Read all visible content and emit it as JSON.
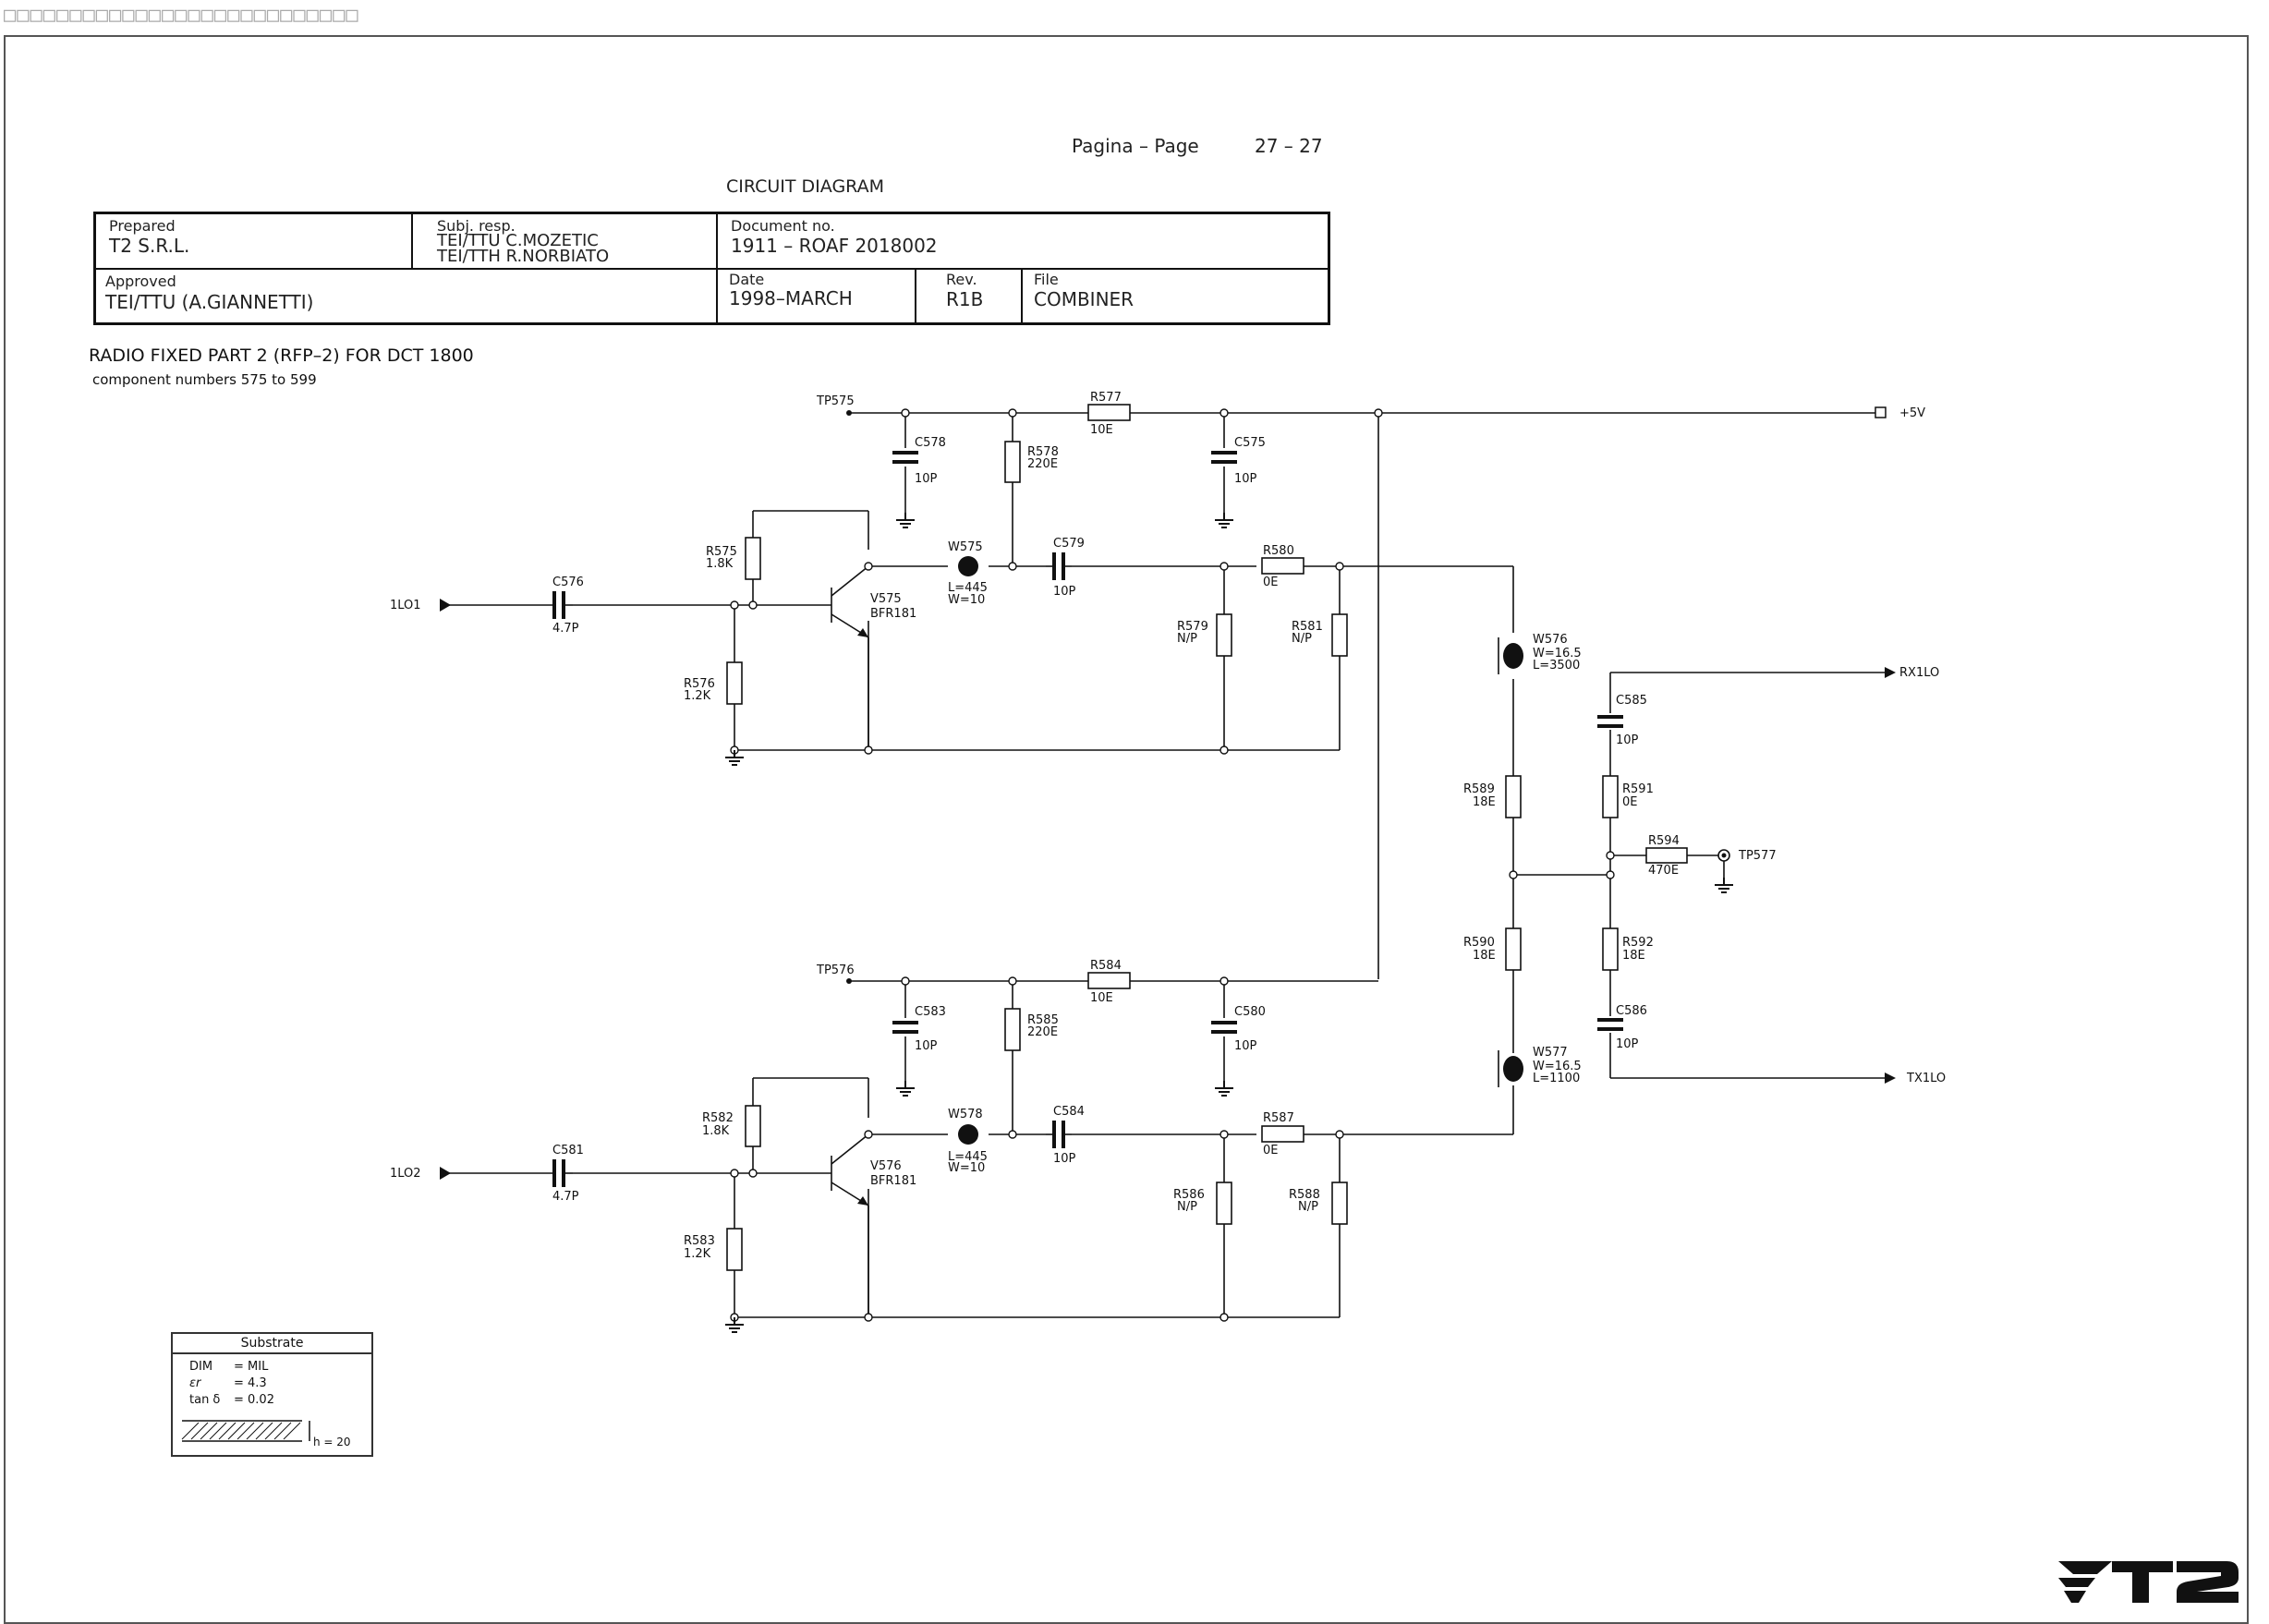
{
  "garbled_title": "□□□□□□□□□□□□□□□□□□□□□□□□□□□",
  "page": {
    "label": "Pagina  –  Page",
    "number": "27 – 27"
  },
  "doc_type": "CIRCUIT DIAGRAM",
  "header": {
    "prepared_label": "Prepared",
    "prepared_value": "T2 S.R.L.",
    "subj_label": "Subj. resp.",
    "subj_line1": "TEI/TTU  C.MOZETIC",
    "subj_line2": "TEI/TTH  R.NORBIATO",
    "docno_label": "Document no.",
    "docno_value": "1911  –  ROAF 2018002",
    "approved_label": "Approved",
    "approved_value": "TEI/TTU  (A.GIANNETTI)",
    "date_label": "Date",
    "date_value": "1998–MARCH",
    "rev_label": "Rev.",
    "rev_value": "R1B",
    "file_label": "File",
    "file_value": "COMBINER"
  },
  "subtitle": "RADIO  FIXED  PART 2  (RFP–2)  FOR  DCT  1800",
  "component_note": "component  numbers  575  to  599",
  "nets": {
    "tp575": "TP575",
    "tp576": "TP576",
    "tp577": "TP577",
    "vcc": "+5V",
    "in1": "1LO1",
    "in2": "1LO2",
    "rx": "RX1LO",
    "tx": "TX1LO"
  },
  "components": {
    "c576": {
      "ref": "C576",
      "val": "4.7P"
    },
    "c578": {
      "ref": "C578",
      "val": "10P"
    },
    "c575": {
      "ref": "C575",
      "val": "10P"
    },
    "c579": {
      "ref": "C579",
      "val": "10P"
    },
    "r577": {
      "ref": "R577",
      "val": "10E"
    },
    "r578": {
      "ref": "R578",
      "val": "220E"
    },
    "r575": {
      "ref": "R575",
      "val": "1.8K"
    },
    "r576": {
      "ref": "R576",
      "val": "1.2K"
    },
    "r579": {
      "ref": "R579",
      "val": "N/P"
    },
    "r580": {
      "ref": "R580",
      "val": "0E"
    },
    "r581": {
      "ref": "R581",
      "val": "N/P"
    },
    "v575": {
      "ref": "V575",
      "val": "BFR181"
    },
    "w575": {
      "ref": "W575",
      "val1": "L=445",
      "val2": "W=10"
    },
    "w576": {
      "ref": "W576",
      "val1": "W=16.5",
      "val2": "L=3500"
    },
    "c585": {
      "ref": "C585",
      "val": "10P"
    },
    "r589": {
      "ref": "R589",
      "val": "18E"
    },
    "r591": {
      "ref": "R591",
      "val": "0E"
    },
    "r594": {
      "ref": "R594",
      "val": "470E"
    },
    "r590": {
      "ref": "R590",
      "val": "18E"
    },
    "r592": {
      "ref": "R592",
      "val": "18E"
    },
    "c586": {
      "ref": "C586",
      "val": "10P"
    },
    "w577": {
      "ref": "W577",
      "val1": "W=16.5",
      "val2": "L=1100"
    },
    "c581": {
      "ref": "C581",
      "val": "4.7P"
    },
    "c583": {
      "ref": "C583",
      "val": "10P"
    },
    "c580": {
      "ref": "C580",
      "val": "10P"
    },
    "c584": {
      "ref": "C584",
      "val": "10P"
    },
    "r584": {
      "ref": "R584",
      "val": "10E"
    },
    "r585": {
      "ref": "R585",
      "val": "220E"
    },
    "r582": {
      "ref": "R582",
      "val": "1.8K"
    },
    "r583": {
      "ref": "R583",
      "val": "1.2K"
    },
    "r586": {
      "ref": "R586",
      "val": "N/P"
    },
    "r587": {
      "ref": "R587",
      "val": "0E"
    },
    "r588": {
      "ref": "R588",
      "val": "N/P"
    },
    "v576": {
      "ref": "V576",
      "val": "BFR181"
    },
    "w578": {
      "ref": "W578",
      "val1": "L=445",
      "val2": "W=10"
    }
  },
  "substrate": {
    "title": "Substrate",
    "dim_key": "DIM",
    "dim_val": "= MIL",
    "er_key": "εr",
    "er_val": "= 4.3",
    "tan_key": "tan  δ",
    "tan_val": "= 0.02",
    "h_val": "h = 20"
  },
  "logo": {
    "text": "T2"
  },
  "colors": {
    "ink": "#111111",
    "border": "#555555"
  }
}
